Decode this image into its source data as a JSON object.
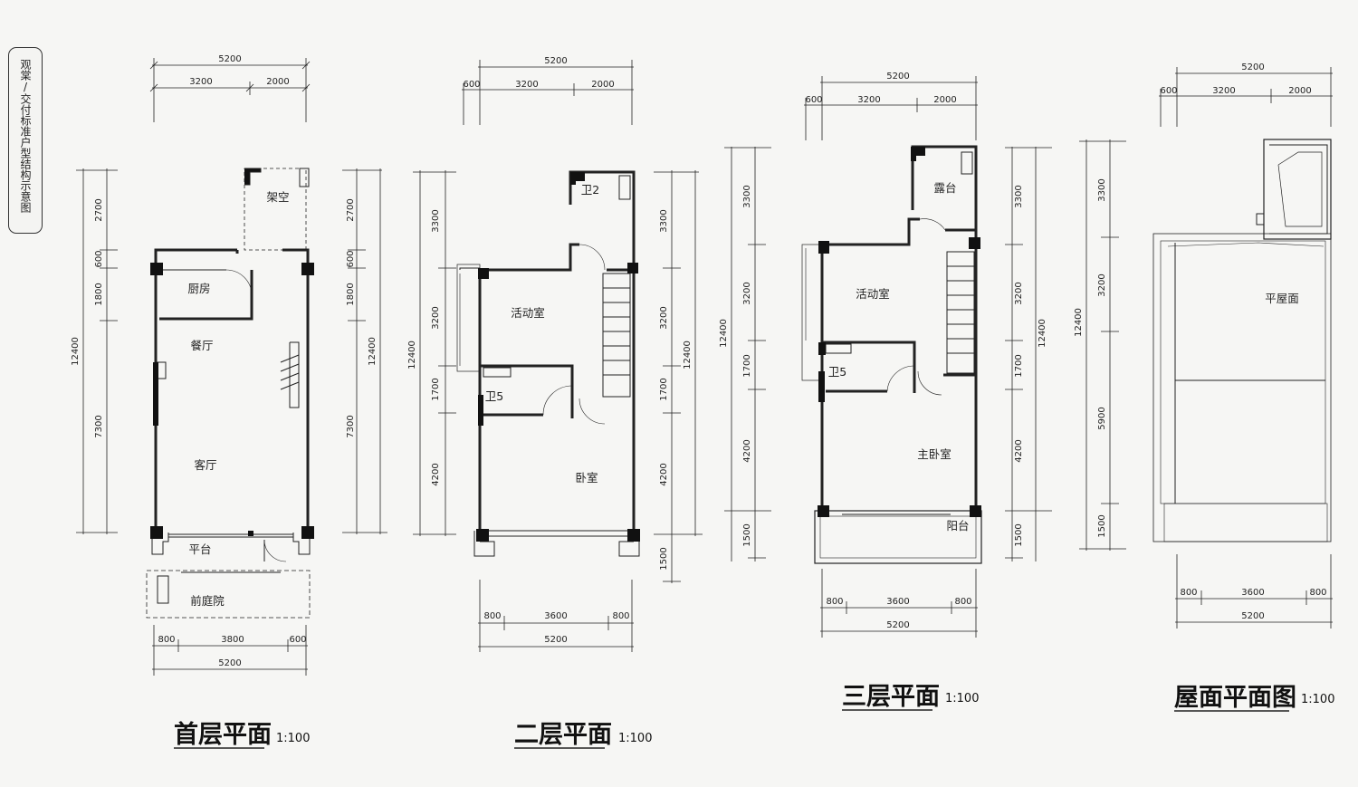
{
  "side_label": "观棠/交付标准户型结构示意图",
  "plans": [
    {
      "title": "首层平面",
      "scale": "1:100",
      "rooms": [
        "架空",
        "厨房",
        "餐厅",
        "客厅",
        "平台",
        "前庭院"
      ],
      "top_dims": {
        "total": "5200",
        "parts": [
          "3200",
          "2000"
        ]
      },
      "bottom_dims": {
        "total": "5200",
        "parts": [
          "800",
          "3800",
          "600"
        ]
      },
      "left_dims": {
        "total": "12400",
        "parts": [
          "2700",
          "600",
          "1800",
          "7300"
        ]
      },
      "right_dims": {
        "total": "12400",
        "parts": [
          "2700",
          "600",
          "1800",
          "7300"
        ]
      }
    },
    {
      "title": "二层平面",
      "scale": "1:100",
      "rooms": [
        "卫2",
        "活动室",
        "卫5",
        "卧室"
      ],
      "top_dims": {
        "total": "5200",
        "parts": [
          "600",
          "3200",
          "2000"
        ]
      },
      "bottom_dims": {
        "total": "5200",
        "parts": [
          "800",
          "3600",
          "800"
        ]
      },
      "left_dims": {
        "total": "12400",
        "parts": [
          "3300",
          "3200",
          "1700",
          "4200"
        ]
      },
      "right_dims": {
        "total": "12400",
        "parts": [
          "3300",
          "3200",
          "1700",
          "4200",
          "1500"
        ]
      }
    },
    {
      "title": "三层平面",
      "scale": "1:100",
      "rooms": [
        "露台",
        "活动室",
        "卫5",
        "主卧室",
        "阳台"
      ],
      "top_dims": {
        "total": "5200",
        "parts": [
          "600",
          "3200",
          "2000"
        ]
      },
      "bottom_dims": {
        "total": "5200",
        "parts": [
          "800",
          "3600",
          "800"
        ]
      },
      "left_dims": {
        "total": "12400",
        "parts": [
          "3300",
          "3200",
          "1700",
          "4200",
          "1500"
        ]
      },
      "right_dims": {
        "total": "12400",
        "parts": [
          "3300",
          "3200",
          "1700",
          "4200",
          "1500"
        ]
      }
    },
    {
      "title": "屋面平面图",
      "scale": "1:100",
      "rooms": [
        "平屋面"
      ],
      "top_dims": {
        "total": "5200",
        "parts": [
          "600",
          "3200",
          "2000"
        ]
      },
      "bottom_dims": {
        "total": "5200",
        "parts": [
          "800",
          "3600",
          "800"
        ]
      },
      "left_dims": {
        "total": "12400",
        "parts": [
          "3300",
          "3200",
          "5900",
          "1500"
        ]
      }
    }
  ]
}
